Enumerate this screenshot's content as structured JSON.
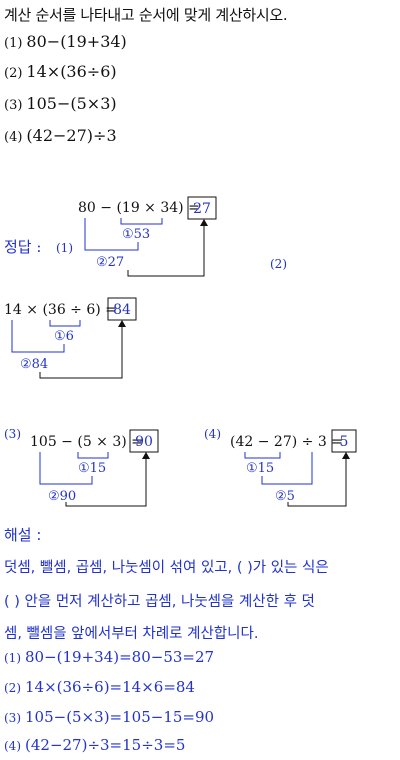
{
  "title": "계산 순서를 나타내고 순서에 맞게 계산하시오.",
  "questions": [
    {
      "num": "(1)",
      "expr": "80−(19+34)"
    },
    {
      "num": "(2)",
      "expr": "14×(36÷6)"
    },
    {
      "num": "(3)",
      "expr": "105−(5×3)"
    },
    {
      "num": "(4)",
      "expr": "(42−27)÷3"
    }
  ],
  "answer_label": "정답 :",
  "diagrams": [
    {
      "num": "(1)",
      "expr": "80 − (19 × 34) =",
      "step1": "①53",
      "step2": "②27",
      "result": "27"
    },
    {
      "num": "(2)",
      "expr": "14 × (36 ÷ 6) =",
      "step1": "①6",
      "step2": "②84",
      "result": "84"
    },
    {
      "num": "(3)",
      "expr": "105 − (5 × 3) =",
      "step1": "①15",
      "step2": "②90",
      "result": "90"
    },
    {
      "num": "(4)",
      "expr": "(42 − 27) ÷ 3 =",
      "step1": "①15",
      "step2": "②5",
      "result": "5"
    }
  ],
  "explanation_label": "해설 :",
  "explanation_lines": [
    "덧셈, 뺄셈, 곱셈, 나눗셈이 섞여 있고, ( )가 있는 식은",
    "( ) 안을 먼저 계산하고 곱셈, 나눗셈을 계산한 후 덧",
    "셈, 뺄셈을 앞에서부터 차례로 계산합니다."
  ],
  "solutions": [
    {
      "num": "(1)",
      "text": "80−(19+34)=80−53=27"
    },
    {
      "num": "(2)",
      "text": "14×(36÷6)=14×6=84"
    },
    {
      "num": "(3)",
      "text": "105−(5×3)=105−15=90"
    },
    {
      "num": "(4)",
      "text": "(42−27)÷3=15÷3=5"
    }
  ],
  "colors": {
    "answer_blue": "#2233cc",
    "text": "#111111"
  }
}
